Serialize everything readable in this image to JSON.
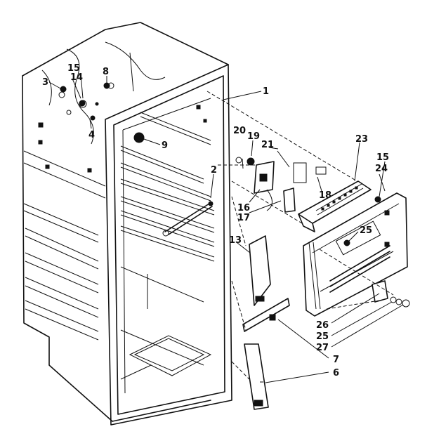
{
  "callouts": {
    "c1": "1",
    "c2": "2",
    "c3": "3",
    "c4": "4",
    "c6": "6",
    "c7": "7",
    "c8": "8",
    "c9": "9",
    "c13": "13",
    "c14": "14",
    "c15a": "15",
    "c15b": "15",
    "c16": "16",
    "c17": "17",
    "c18": "18",
    "c19": "19",
    "c20": "20",
    "c21": "21",
    "c23": "23",
    "c24": "24",
    "c25a": "25",
    "c25b": "25",
    "c26": "26",
    "c27": "27"
  }
}
